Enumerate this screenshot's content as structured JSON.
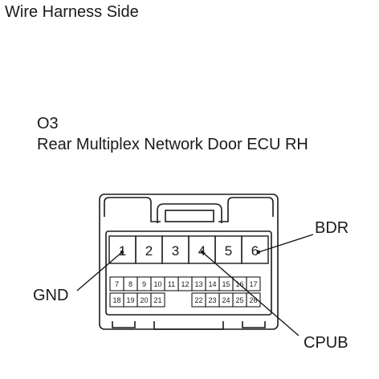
{
  "header": {
    "title": "Wire Harness Side"
  },
  "connector": {
    "code": "O3",
    "name": "Rear Multiplex Network Door ECU RH",
    "big_pins": [
      "1",
      "2",
      "3",
      "4",
      "5",
      "6"
    ],
    "small_row1": [
      "7",
      "8",
      "9",
      "10",
      "11",
      "12",
      "13",
      "14",
      "15",
      "16",
      "17"
    ],
    "small_row2_left": [
      "18",
      "19",
      "20",
      "21"
    ],
    "small_row2_right": [
      "22",
      "23",
      "24",
      "25",
      "26"
    ]
  },
  "callouts": {
    "bdr": "BDR",
    "gnd": "GND",
    "cpub": "CPUB"
  }
}
